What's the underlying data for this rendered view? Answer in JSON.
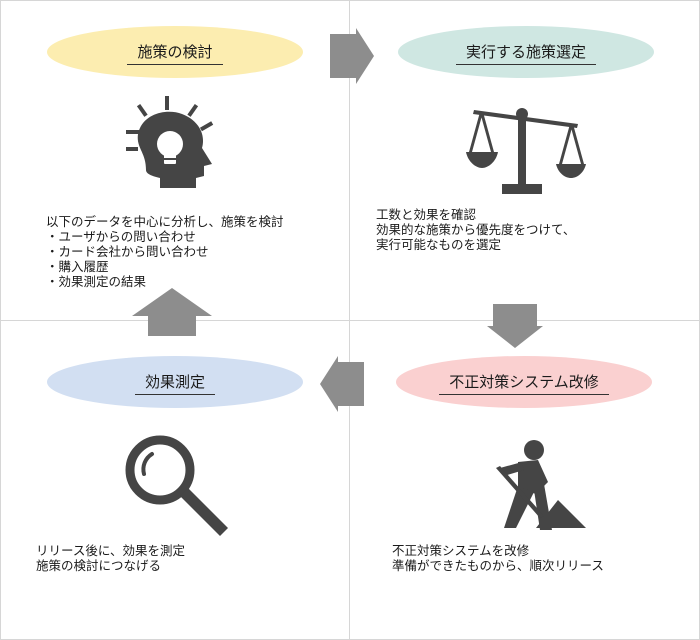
{
  "colors": {
    "yellow": "#fcedb0",
    "teal": "#cfe7e2",
    "pink": "#fad0d0",
    "blue": "#d2dff2",
    "icon": "#454545",
    "arrow": "#8d8d8d"
  },
  "steps": [
    {
      "title": "施策の検討",
      "icon": "lightbulb-head-icon",
      "lines": [
        "以下のデータを中心に分析し、施策を検討",
        "・ユーザからの問い合わせ",
        "・カード会社から問い合わせ",
        "・購入履歴",
        "・効果測定の結果"
      ]
    },
    {
      "title": "実行する施策選定",
      "icon": "scales-icon",
      "lines": [
        "工数と効果を確認",
        "効果的な施策から優先度をつけて、",
        "実行可能なものを選定"
      ]
    },
    {
      "title": "不正対策システム改修",
      "icon": "worker-shovel-icon",
      "lines": [
        "不正対策システムを改修",
        "準備ができたものから、順次リリース"
      ]
    },
    {
      "title": "効果測定",
      "icon": "magnifier-icon",
      "lines": [
        "リリース後に、効果を測定",
        "施策の検討につなげる"
      ]
    }
  ]
}
